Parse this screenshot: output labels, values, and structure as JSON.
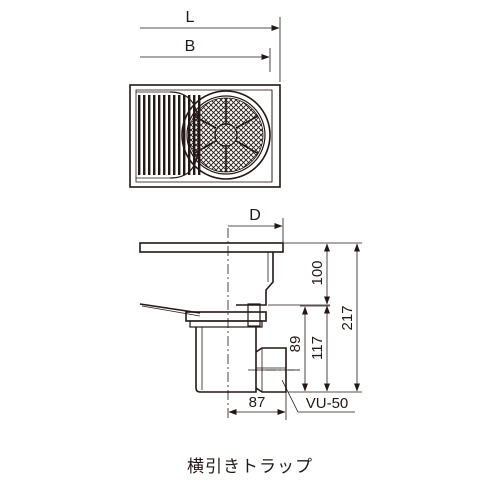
{
  "dimensions": {
    "overall_length": "L",
    "body_length": "B",
    "body_width": "D",
    "height_to_rim": "100",
    "total_height": "217",
    "outlet_height_1": "89",
    "outlet_height_2": "117",
    "outlet_offset": "87",
    "outlet_pipe": "VU-50"
  },
  "caption": "横引きトラップ",
  "colors": {
    "line": "#231815",
    "panel_fill": "#f4f4f4",
    "background": "#ffffff"
  }
}
